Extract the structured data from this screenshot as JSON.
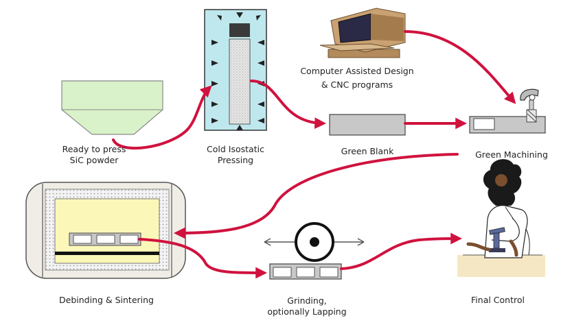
{
  "labels": {
    "powder": [
      "Ready to press",
      "SiC powder"
    ],
    "cip": [
      "Cold Isostatic",
      "Pressing"
    ],
    "cad": [
      "Computer Assisted Design",
      "& CNC programs"
    ],
    "green_blank": "Green Blank",
    "green_machining": "Green Machining",
    "sintering": "Debinding & Sintering",
    "grinding": [
      "Grinding,",
      "optionally Lapping"
    ],
    "final_control": "Final Control"
  },
  "icons": {
    "powder_hopper": "hopper-icon",
    "press": "press-icon",
    "computer": "computer-icon",
    "blank": "blank-icon",
    "machine": "lathe-icon",
    "furnace": "furnace-icon",
    "grinder": "grinder-icon",
    "microscope": "microscope-icon"
  },
  "colors": {
    "arrow": "#d0123e",
    "hopper": "#d9f2c9",
    "press_bg": "#bfe8ee",
    "furnace_inner": "#fbf7b8",
    "furnace_outer": "#f0ede6",
    "metal": "#c8c8c8",
    "computer": "#b38a5c"
  }
}
